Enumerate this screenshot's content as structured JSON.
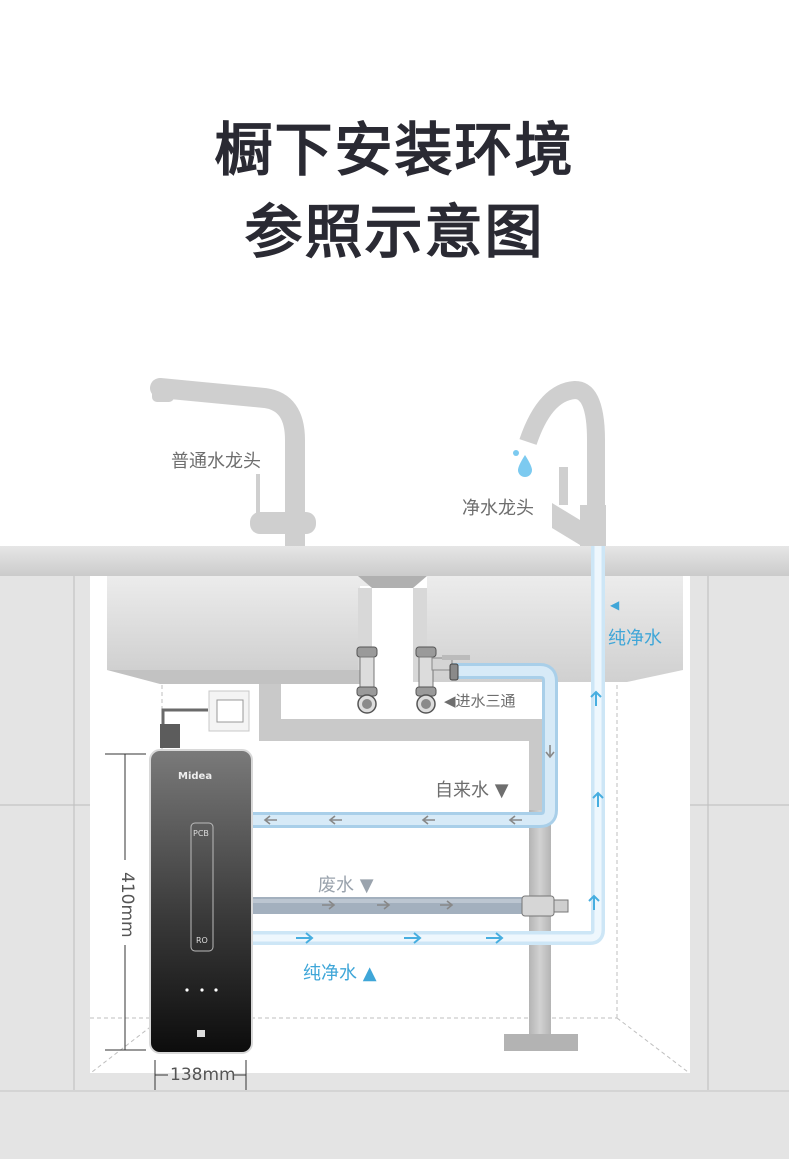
{
  "title": {
    "line1": "橱下安装环境",
    "line2": "参照示意图"
  },
  "labels": {
    "regular_faucet": "普通水龙头",
    "purified_faucet": "净水龙头",
    "inlet_tee": "◀进水三通",
    "tap_water": "自来水 ▼",
    "waste_water": "废水 ▼",
    "pure_water_bottom": "纯净水 ▲",
    "pure_water_top_arrow": "◀",
    "pure_water_top": "纯净水"
  },
  "device": {
    "brand": "Midea",
    "filter_top": "PCB",
    "filter_bottom": "RO",
    "indicator_dots": 3
  },
  "dimensions": {
    "height": "410mm",
    "width": "138mm"
  },
  "colors": {
    "title": "#2a2a33",
    "label_gray": "#6e6e6e",
    "pure_water_blue": "#3fa6d8",
    "tap_pipe": "#cfe4f3",
    "waste_pipe": "#9fadbd",
    "cabinet": "#e4e4e4"
  }
}
